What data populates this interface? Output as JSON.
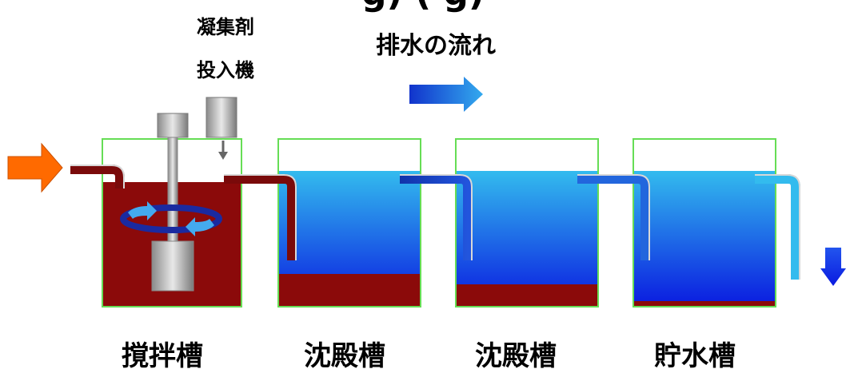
{
  "header": {
    "cut_title": "g) ( g)"
  },
  "coagulant_doser": {
    "line1": "凝集剤",
    "line2": "投入機"
  },
  "flow_label": "排水の流れ",
  "tanks": [
    {
      "id": "mixing",
      "label": "撹拌槽",
      "sludge_level": 1.0
    },
    {
      "id": "settling-1",
      "label": "沈殿槽",
      "sludge_level": 0.24
    },
    {
      "id": "settling-2",
      "label": "沈殿槽",
      "sludge_level": 0.16
    },
    {
      "id": "storage",
      "label": "貯水槽",
      "sludge_level": 0.04
    }
  ],
  "colors": {
    "tank_outline": "#66dd55",
    "sludge": "#8b0a0a",
    "water_top": "#33bbee",
    "water_bottom": "#0a1ae0",
    "inflow_arrow": "#ff6a00",
    "flow_arrow": "#1144dd",
    "outflow_arrow": "#0a2af0",
    "mixer_metal": "#b8b8b8",
    "rotation_arrow": "#44aaee"
  }
}
